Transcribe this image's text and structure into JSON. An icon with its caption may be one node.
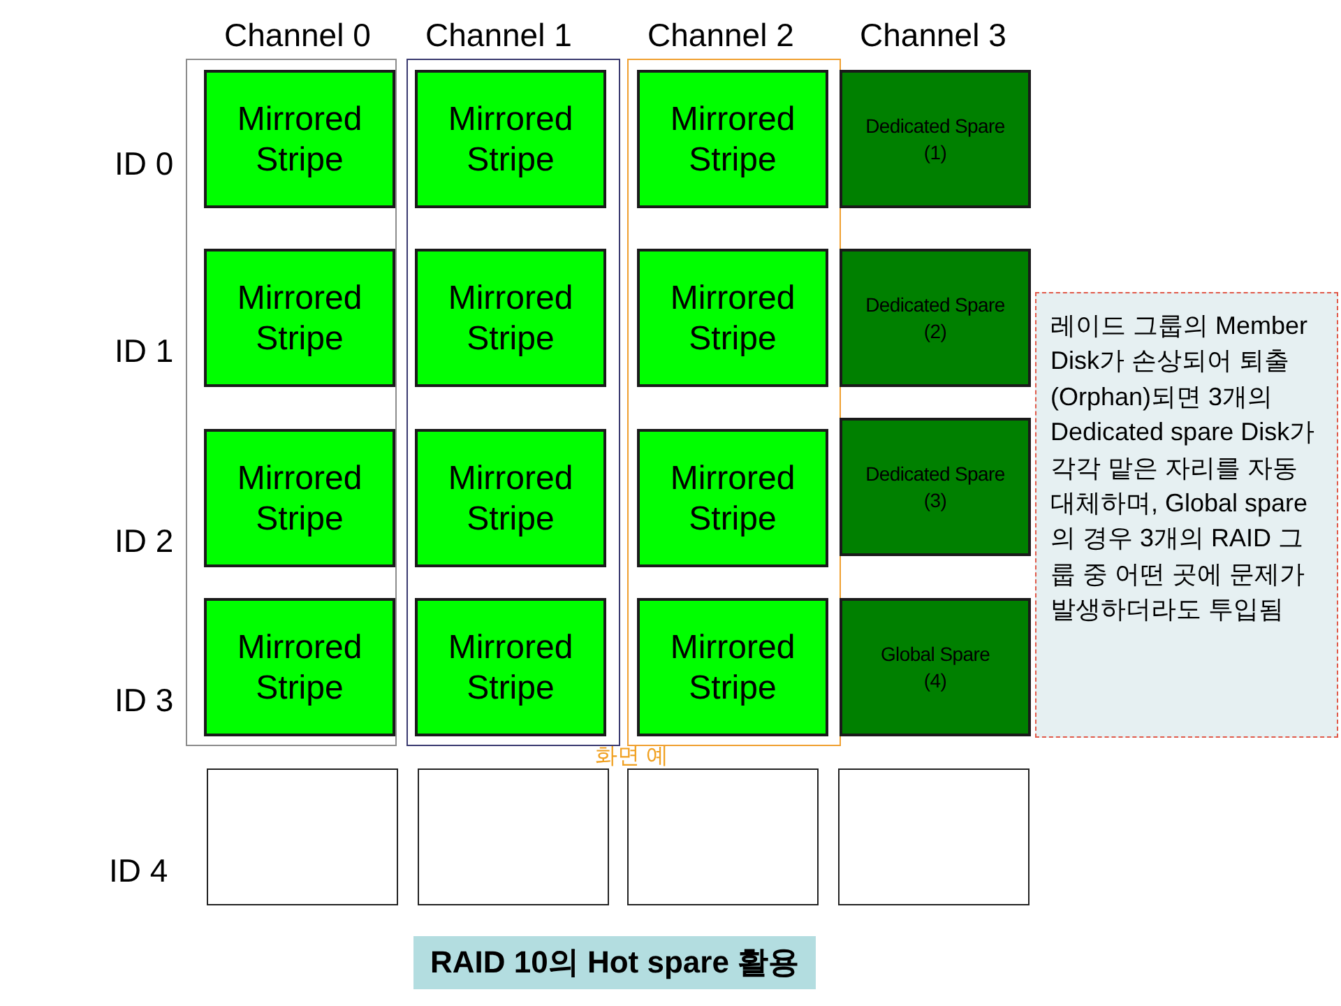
{
  "diagram": {
    "title": "RAID 10의 Hot spare 활용",
    "nodes": [
      {
        "text": [],
        "shape": "box"
      },
      {
        "text": [],
        "shape": "box"
      },
      {
        "text": [],
        "shape": "box"
      },
      {
        "text": [
          "Mirrored Stripe"
        ],
        "in": 0
      },
      {
        "text": [
          "Mirrored Stripe"
        ],
        "in": 1
      },
      {
        "text": [
          "Mirrored Stripe"
        ],
        "in": 2
      },
      {
        "text": [
          "Dedicated Spare (1)"
        ]
      },
      {
        "text": [
          "Mirrored Stripe"
        ],
        "in": 0
      },
      {
        "text": [
          "Mirrored Stripe"
        ],
        "in": 1
      },
      {
        "text": [
          "Mirrored Stripe"
        ],
        "in": 2
      },
      {
        "text": [
          "Dedicated Spare (2)"
        ]
      },
      {
        "text": [
          "레이드 그룹의 Member Disk가 손상되어 퇴출(Orphan)되면 3개의 Dedicated spare Disk가 각각 맡은 자리를 자동 대체하며, Global spare의 경우 3개의 RAID 그룹 중 어떤 곳에 문제가 발생하더라도 투입됨"
        ]
      },
      {
        "text": [
          "Mirrored Stripe"
        ],
        "in": 0
      },
      {
        "text": [
          "Mirrored Stripe"
        ],
        "in": 1
      },
      {
        "text": [
          "Mirrored Stripe"
        ],
        "in": 2
      },
      {
        "text": [
          "Dedicated Spare (3)"
        ]
      },
      {
        "text": [
          "Mirrored Stripe"
        ],
        "in": 0
      },
      {
        "text": [
          "Mirrored Stripe"
        ],
        "in": 1
      },
      {
        "text": [
          "Mirrored Stripe"
        ],
        "in": 2
      },
      {
        "text": [
          "Global Spare (4)"
        ]
      },
      {
        "text": [],
        "shape": "box"
      },
      {
        "text": [],
        "shape": "box"
      },
      {
        "text": [],
        "shape": "box"
      },
      {
        "text": [],
        "shape": "box"
      }
    ],
    "labels": [
      "Channel 0",
      "Channel 1",
      "Channel 2",
      "Channel 3",
      "ID 0",
      "ID 1",
      "ID 2",
      "ID 3",
      "화면 예",
      "ID 4"
    ]
  }
}
